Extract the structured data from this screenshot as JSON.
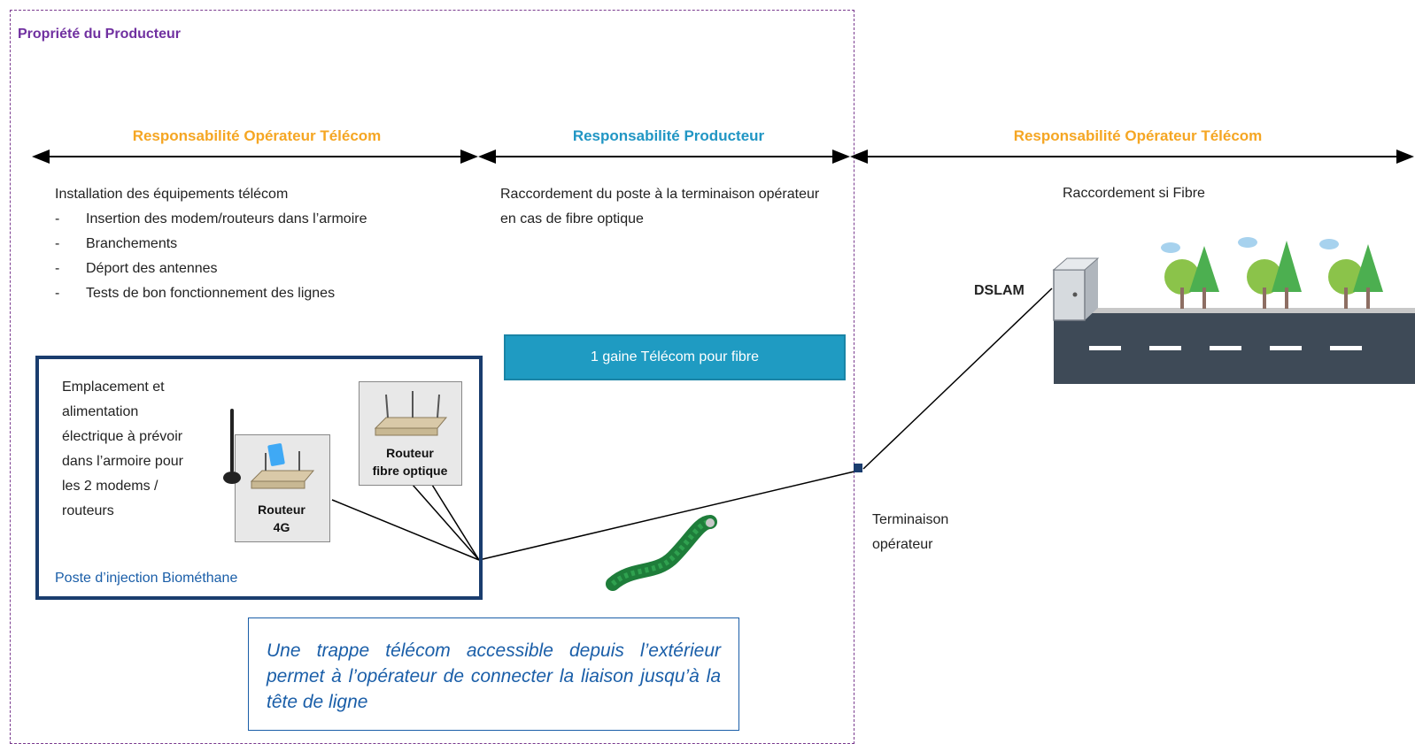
{
  "property": {
    "title": "Propriété du Producteur"
  },
  "responsibilities": {
    "left": "Responsabilité Opérateur Télécom",
    "middle": "Responsabilité Producteur",
    "right": "Responsabilité Opérateur Télécom"
  },
  "installation": {
    "heading": "Installation des équipements télécom",
    "items": [
      "Insertion des modem/routeurs dans l’armoire",
      "Branchements",
      "Déport des antennes",
      "Tests de bon fonctionnement des lignes"
    ]
  },
  "raccordement_poste": "Raccordement du poste à la terminaison opérateur en cas de fibre optique",
  "raccordement_fibre": "Raccordement si Fibre",
  "gaine": "1 gaine Télécom pour fibre",
  "emplacement": "Emplacement et alimentation électrique à prévoir dans l’armoire pour les 2 modems / routeurs",
  "router_4g": {
    "line1": "Routeur",
    "line2": "4G"
  },
  "router_fibre": {
    "line1": "Routeur",
    "line2": "fibre optique"
  },
  "poste_label": "Poste d’injection Biométhane",
  "trappe": "Une trappe télécom accessible depuis l’extérieur permet à l’opérateur de connecter la liaison jusqu’à la tête de ligne",
  "terminaison": {
    "line1": "Terminaison",
    "line2": "opérateur"
  },
  "dslam": "DSLAM",
  "colors": {
    "orange": "#f5a623",
    "blue": "#2196c4",
    "purple": "#7030a0",
    "navy": "#1a3d6e",
    "gaine": "#1f9bc2"
  }
}
